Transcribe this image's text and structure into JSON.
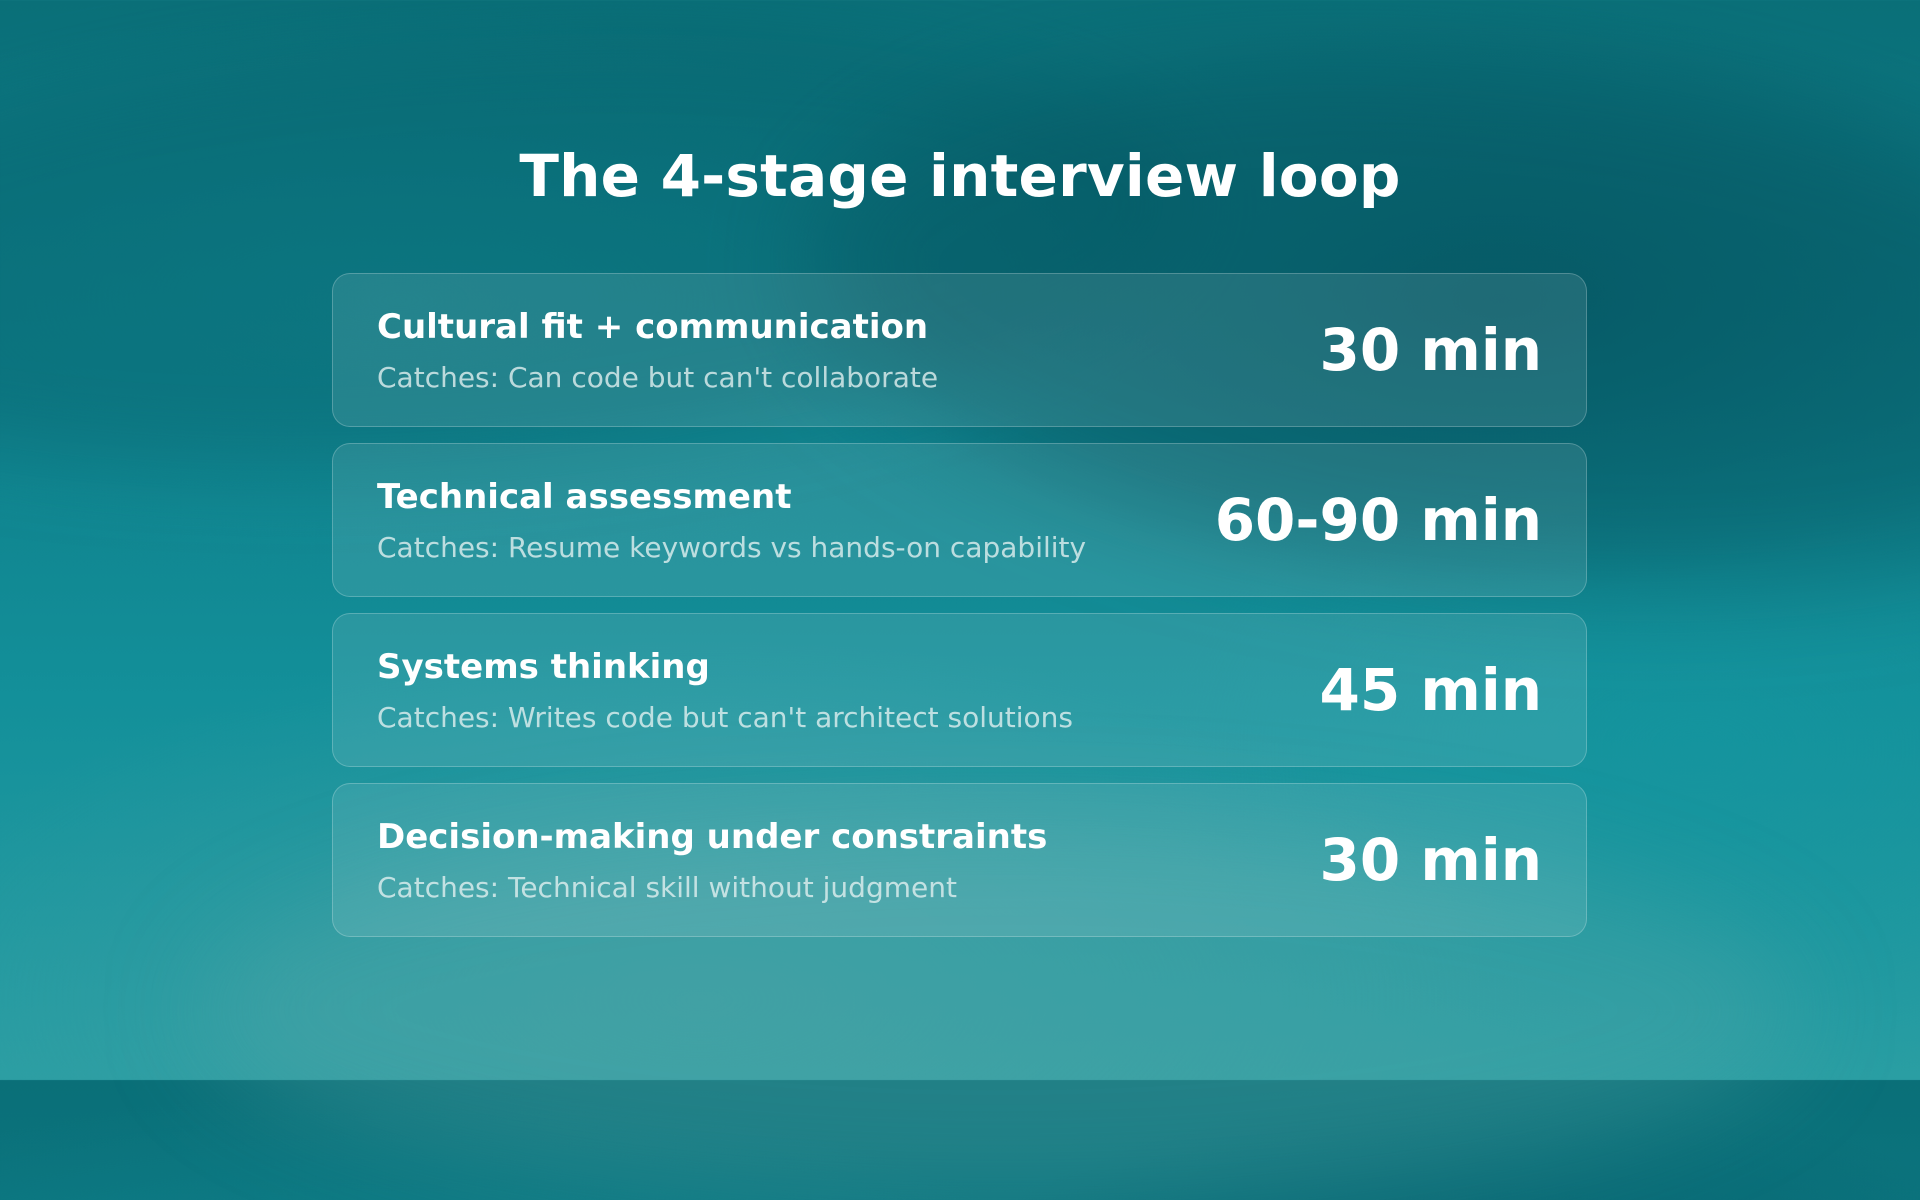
{
  "title": "The 4-stage interview loop",
  "stages": [
    {
      "title": "Cultural fit + communication",
      "catches": "Catches: Can code but can't collaborate",
      "duration": "30 min"
    },
    {
      "title": "Technical assessment",
      "catches": "Catches: Resume keywords vs hands-on capability",
      "duration": "60-90 min"
    },
    {
      "title": "Systems thinking",
      "catches": "Catches: Writes code but can't architect solutions",
      "duration": "45 min"
    },
    {
      "title": "Decision-making under constraints",
      "catches": "Catches: Technical skill without judgment",
      "duration": "30 min"
    }
  ],
  "colors": {
    "background_top": "#0a6f78",
    "background_bottom": "#2a9ea3",
    "text": "#ffffff"
  }
}
